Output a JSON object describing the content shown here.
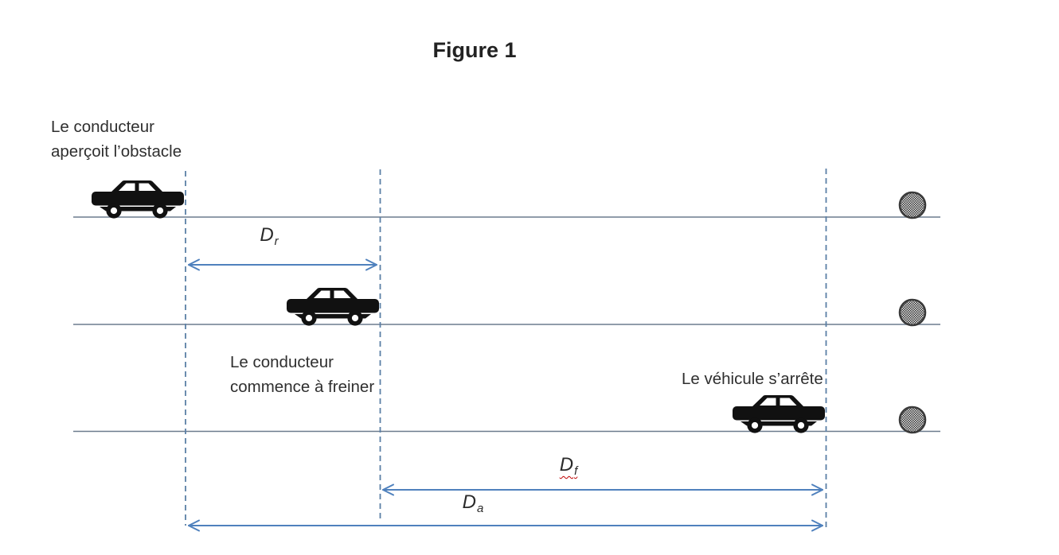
{
  "figure": {
    "title": "Figure 1"
  },
  "annotations": {
    "see_obstacle": {
      "line1": "Le conducteur",
      "line2": "aperçoit l’obstacle"
    },
    "start_braking": {
      "line1": "Le conducteur",
      "line2": "commence à freiner"
    },
    "vehicle_stops": {
      "text": "Le véhicule s’arrête"
    }
  },
  "labels": {
    "reaction_distance": {
      "symbol": "D",
      "subscript": "r"
    },
    "braking_distance": {
      "symbol": "D",
      "subscript": "f"
    },
    "stopping_distance": {
      "symbol": "D",
      "subscript": "a"
    }
  },
  "colors": {
    "arrow": "#4f81bd",
    "dashed_line": "#5b7fa6",
    "road_line": "#6b7b8d",
    "car": "#111111",
    "text": "#2f2f2f",
    "spellcheck_underline": "#c00000",
    "obstacle_border": "#3a3a3a",
    "bg": "#ffffff"
  }
}
